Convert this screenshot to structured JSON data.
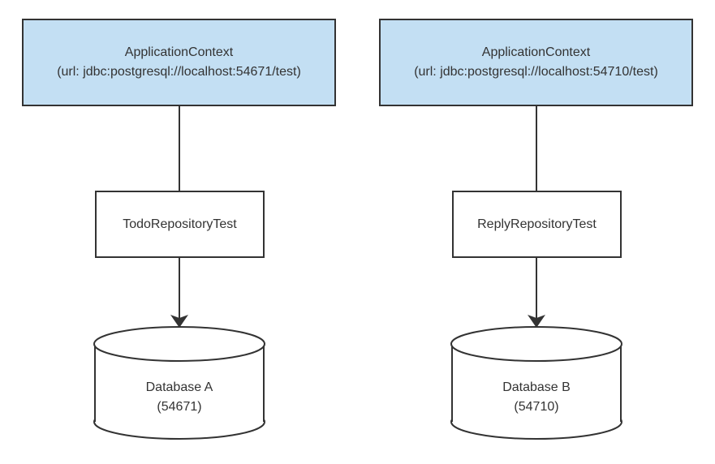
{
  "diagram": {
    "colors": {
      "context_fill": "#c3dff3",
      "node_fill": "#ffffff",
      "stroke": "#333333",
      "text": "#333333",
      "background": "#ffffff"
    },
    "columns": [
      {
        "context_title": "ApplicationContext",
        "context_subtitle": "(url: jdbc:postgresql://localhost:54671/test)",
        "test_label": "TodoRepositoryTest",
        "db_name": "Database A",
        "db_port": "(54671)"
      },
      {
        "context_title": "ApplicationContext",
        "context_subtitle": "(url: jdbc:postgresql://localhost:54710/test)",
        "test_label": "ReplyRepositoryTest",
        "db_name": "Database B",
        "db_port": "(54710)"
      }
    ]
  }
}
